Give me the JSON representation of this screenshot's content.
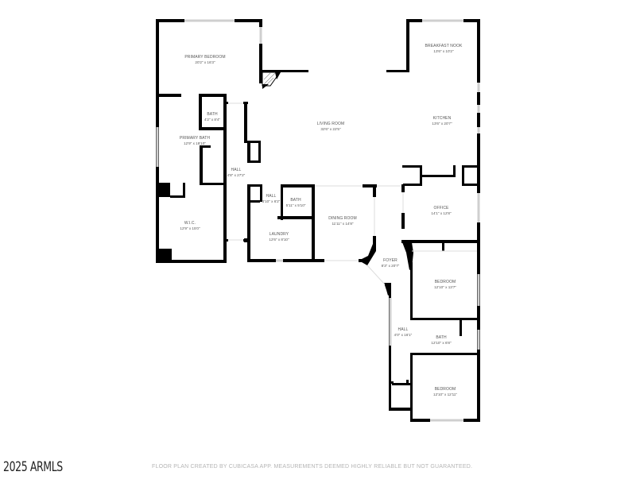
{
  "floor_plan": {
    "rooms": [
      {
        "id": "primary-bedroom",
        "name": "PRIMARY BEDROOM",
        "dims": "20'2\" x 16'3\""
      },
      {
        "id": "bath-1",
        "name": "BATH",
        "dims": "4'2\" x 8'4\""
      },
      {
        "id": "primary-bath",
        "name": "PRIMARY BATH",
        "dims": "12'9\" x 19'10\""
      },
      {
        "id": "wic",
        "name": "W.I.C.",
        "dims": "12'9\" x 15'0\""
      },
      {
        "id": "hall-1",
        "name": "HALL",
        "dims": "4'8\" x 27'2\""
      },
      {
        "id": "living-room",
        "name": "LIVING ROOM",
        "dims": "32'6\" x 22'5\""
      },
      {
        "id": "breakfast-nook",
        "name": "BREAKFAST NOOK",
        "dims": "13'6\" x 10'2\""
      },
      {
        "id": "kitchen",
        "name": "KITCHEN",
        "dims": "13'6\" x 20'7\""
      },
      {
        "id": "hall-2",
        "name": "HALL",
        "dims": "3'10\" x 6'2\""
      },
      {
        "id": "bath-2",
        "name": "BATH",
        "dims": "5'11\" x 5'10\""
      },
      {
        "id": "laundry",
        "name": "LAUNDRY",
        "dims": "12'6\" x 8'10\""
      },
      {
        "id": "dining-room",
        "name": "DINING ROOM",
        "dims": "11'11\" x 14'8\""
      },
      {
        "id": "office",
        "name": "OFFICE",
        "dims": "14'1\" x 12'8\""
      },
      {
        "id": "foyer",
        "name": "FOYER",
        "dims": "8'3\" x 20'7\""
      },
      {
        "id": "bedroom-1",
        "name": "BEDROOM",
        "dims": "12'10\" x 13'7\""
      },
      {
        "id": "hall-3",
        "name": "HALL",
        "dims": "4'0\" x 16'1\""
      },
      {
        "id": "bath-3",
        "name": "BATH",
        "dims": "12'10\" x 6'8\""
      },
      {
        "id": "bedroom-2",
        "name": "BEDROOM",
        "dims": "12'10\" x 12'11\""
      }
    ]
  },
  "footer": {
    "copyright": "2025 ARMLS",
    "disclaimer": "FLOOR PLAN CREATED BY CUBICASA APP. MEASUREMENTS DEEMED HIGHLY RELIABLE BUT NOT GUARANTEED."
  }
}
